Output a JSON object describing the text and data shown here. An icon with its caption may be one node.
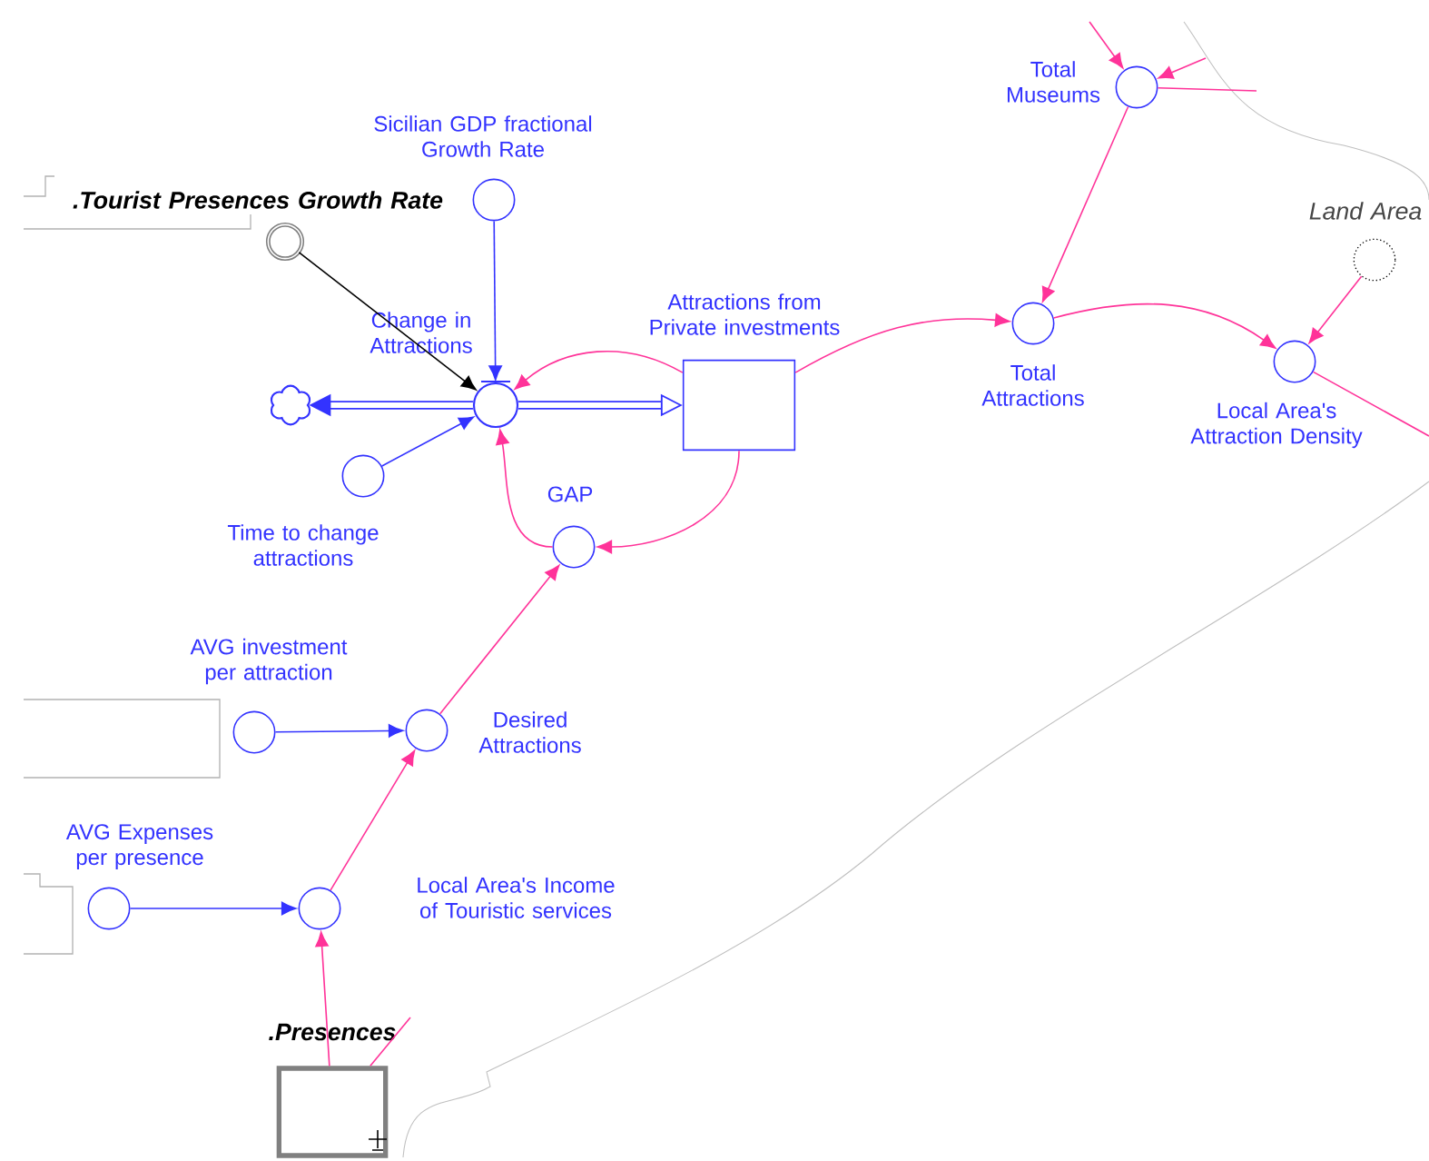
{
  "diagram": {
    "nodes": [
      {
        "text": [
          ".Tourist Presences Growth Rate"
        ]
      },
      {
        "text": [
          "Sicilian GDP fractional Growth Rate"
        ]
      },
      {
        "text": [
          "Change in Attractions"
        ]
      },
      {
        "text": [],
        "shape": "cloud"
      },
      {
        "text": [
          "Attractions from Private investments"
        ]
      },
      {
        "text": [
          "Time to change attractions"
        ]
      },
      {
        "text": [
          "GAP"
        ]
      },
      {
        "text": [
          "Total Museums"
        ]
      },
      {
        "text": [
          "Total Attractions"
        ]
      },
      {
        "text": [
          "Land Area"
        ]
      },
      {
        "text": [
          "Local Area's Attraction Density"
        ]
      },
      {
        "text": [
          "AVG investment per attraction"
        ]
      },
      {
        "text": [
          "Desired Attractions"
        ]
      },
      {
        "text": [
          "AVG Expenses per presence"
        ]
      },
      {
        "text": [
          "Local Area's Income of Touristic services"
        ]
      },
      {
        "text": [
          ".Presences"
        ]
      }
    ],
    "edges": [
      {
        "from": 0,
        "to": 2,
        "arrow": "to",
        "color": "#000000"
      },
      {
        "from": 1,
        "to": 2,
        "arrow": "to",
        "color": "#3333ff"
      },
      {
        "from": 2,
        "to": 3,
        "arrow": "to",
        "style": "thick",
        "color": "#3333ff"
      },
      {
        "from": 2,
        "to": 4,
        "arrow": "to",
        "style": "thick",
        "color": "#3333ff"
      },
      {
        "from": 5,
        "to": 2,
        "arrow": "to",
        "color": "#3333ff"
      },
      {
        "from": 4,
        "to": 2,
        "arrow": "to"
      },
      {
        "from": 4,
        "to": 6,
        "arrow": "to"
      },
      {
        "from": 6,
        "to": 2,
        "arrow": "to"
      },
      {
        "from": 12,
        "to": 6,
        "arrow": "to"
      },
      {
        "from": 4,
        "to": 8,
        "arrow": "to"
      },
      {
        "from": 7,
        "to": 8,
        "arrow": "to"
      },
      {
        "from": null,
        "to": 7,
        "arrow": "to"
      },
      {
        "from": null,
        "to": 7,
        "arrow": "to"
      },
      {
        "from": 7,
        "to": null,
        "arrow": "none"
      },
      {
        "from": 8,
        "to": 10,
        "arrow": "to"
      },
      {
        "from": 9,
        "to": 10,
        "arrow": "to"
      },
      {
        "from": 10,
        "to": null,
        "arrow": "none"
      },
      {
        "from": 11,
        "to": 12,
        "arrow": "to",
        "color": "#3333ff"
      },
      {
        "from": 13,
        "to": 14,
        "arrow": "to",
        "color": "#3333ff"
      },
      {
        "from": 14,
        "to": 12,
        "arrow": "to"
      },
      {
        "from": 15,
        "to": 14,
        "arrow": "to"
      },
      {
        "from": 15,
        "to": null,
        "arrow": "none"
      }
    ]
  }
}
